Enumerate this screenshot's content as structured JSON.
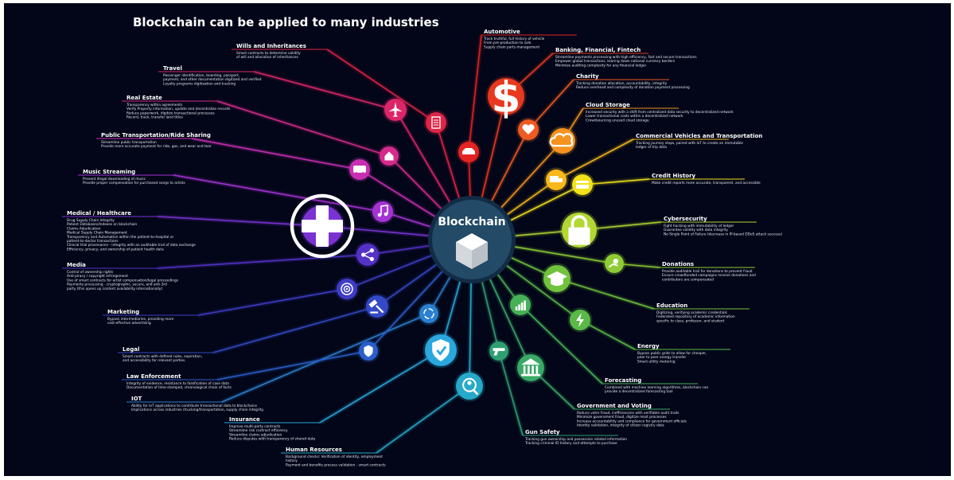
{
  "title": "Blockchain can be applied to many industries",
  "hub": {
    "label": "Blockchain",
    "icon": "cube-icon"
  },
  "colors": {
    "background": "#020618",
    "hub": "#234a66",
    "hub_ring": "#122c45",
    "title": "#ffffff"
  },
  "industries": [
    {
      "id": "automotive",
      "title": "Automotive",
      "icon": "car-icon",
      "color": "#e32423",
      "desc": [
        "Track truthful, full history of vehicle",
        "From pre-production to sale",
        "Supply chain parts management"
      ]
    },
    {
      "id": "banking",
      "title": "Banking, Financial, Fintech",
      "icon": "dollar-icon",
      "color": "#e8381f",
      "desc": [
        "Streamline payments processing with high efficiency, fast and secure transactions",
        "Empower global transactions, tearing down national currency borders",
        "Minimize auditing complexity for any financial ledger"
      ]
    },
    {
      "id": "charity",
      "title": "Charity",
      "icon": "heart-icon",
      "color": "#ef5a22",
      "desc": [
        "Tracking donation allocation, accountability, integrity",
        "Reduce overhead and complexity of donation payment processing"
      ]
    },
    {
      "id": "cloud-storage",
      "title": "Cloud Storage",
      "icon": "cloud-icon",
      "color": "#f6931f",
      "desc": [
        "Increased security with a shift from centralized data security to decentralized network",
        "Lower transactional costs within a decentralized network",
        "Crowdsourcing unused cloud storage"
      ]
    },
    {
      "id": "commercial-vehicles",
      "title": "Commercial Vehicles and Transportation",
      "icon": "truck-icon",
      "color": "#f7b81b",
      "desc": [
        "Tracking journey stops, paired with IoT to create an immutable",
        "ledger of trip data"
      ]
    },
    {
      "id": "credit-history",
      "title": "Credit History",
      "icon": "credit-card-icon",
      "color": "#f2e21a",
      "desc": [
        "Make credit reports more accurate, transparent, and accessible"
      ]
    },
    {
      "id": "cybersecurity",
      "title": "Cybersecurity",
      "icon": "lock-icon",
      "color": "#b2d733",
      "desc": [
        "Fight hacking with immutability of ledger",
        "Guarantee validity with data integrity",
        "No Single Point of Failure (decrease in IP-based DDoS attack success)"
      ]
    },
    {
      "id": "donations",
      "title": "Donations",
      "icon": "donation-icon",
      "color": "#8ecc35",
      "desc": [
        "Provide auditable trail for donations to prevent fraud",
        "Ensure crowdfunded campaigns receive donations and",
        "contributors are compensated"
      ]
    },
    {
      "id": "education",
      "title": "Education",
      "icon": "graduation-cap-icon",
      "color": "#71c23c",
      "desc": [
        "Digitizing, verifying academic credentials",
        "Federated repository of academic information",
        "specific to class, professor, and student"
      ]
    },
    {
      "id": "energy",
      "title": "Energy",
      "icon": "lightning-icon",
      "color": "#5ab947",
      "desc": [
        "Bypass public grids to allow for cheaper,",
        "peer to peer energy transfer",
        "Smart utility metering"
      ]
    },
    {
      "id": "forecasting",
      "title": "Forecasting",
      "icon": "bar-chart-icon",
      "color": "#46b056",
      "desc": [
        "Combined with machine learning algorithms, blockchain can",
        "provide a decentralized forecasting tool"
      ]
    },
    {
      "id": "government",
      "title": "Government and Voting",
      "icon": "capitol-icon",
      "color": "#3aa866",
      "desc": [
        "Reduce voter fraud, inefficiencies with verifiable audit trails",
        "Minimize government fraud, digitize most processes",
        "Increase accountability and compliance for government officials",
        "Identity validation, integrity of citizen registry data"
      ]
    },
    {
      "id": "gun-safety",
      "title": "Gun Safety",
      "icon": "gun-icon",
      "color": "#2f9f72",
      "desc": [
        "Tracking gun ownership and possession related information",
        "Tracking criminal ID history and attempts to purchase"
      ]
    },
    {
      "id": "human-resources",
      "title": "Human Resources",
      "icon": "person-search-icon",
      "color": "#27a9c9",
      "desc": [
        "Background checks: Verification of identity, employment",
        "history",
        "Payment and benefits process validation - smart contracts"
      ]
    },
    {
      "id": "insurance",
      "title": "Insurance",
      "icon": "shield-check-icon",
      "color": "#2aa7dd",
      "desc": [
        "Improve multi-party contracts",
        "Streamline risk contract efficiency",
        "Streamline claims adjudication",
        "Reduce disputes with transparency of shared data"
      ]
    },
    {
      "id": "iot",
      "title": "IOT",
      "icon": "iot-ring-icon",
      "color": "#2a80d0",
      "desc": [
        "Ability for IoT applications to contribute transactional data to blockchains",
        "Implications across industries (trucking/transportation, supply chain integrity,"
      ]
    },
    {
      "id": "law-enforcement",
      "title": "Law Enforcement",
      "icon": "police-badge-icon",
      "color": "#2a5fcb",
      "desc": [
        "Integrity of evidence, resistance to falsification of case data",
        "Documentation of time-stamped, chronological chain of facts"
      ]
    },
    {
      "id": "legal",
      "title": "Legal",
      "icon": "gavel-icon",
      "color": "#3349c6",
      "desc": [
        "Smart contracts with defined rules, expiration,",
        "and accessibility for relevant parties."
      ]
    },
    {
      "id": "marketing",
      "title": "Marketing",
      "icon": "target-icon",
      "color": "#3e3cc6",
      "desc": [
        "Bypass intermediaries, providing more",
        "cost-effective advertising"
      ]
    },
    {
      "id": "media",
      "title": "Media",
      "icon": "share-icon",
      "color": "#5432c8",
      "desc": [
        "Control of ownership rights",
        "Anti-piracy / copyright infringement",
        "Use of smart contracts for artist compensation/legal proceedings",
        "Payments processing - cryptographic, secure, and anti-3rd",
        "party (this opens up content availability internationally)"
      ]
    },
    {
      "id": "medical",
      "title": "Medical / Healthcare",
      "icon": "medical-cross-icon",
      "color": "#7a33d2",
      "desc": [
        "Drug Supply Chain Integrity",
        "Patient Databases/Indexes on blockchain",
        "Claims Adjudication",
        "Medical Supply Chain Management",
        "Transparency and Automation within the patient-to-hospital or",
        "patient-to-doctor transactions",
        "Clinical trial provenance - integrity with an auditable trail of data exchange",
        "Efficiency, privacy, and ownership of patient health data"
      ]
    },
    {
      "id": "music",
      "title": "Music Streaming",
      "icon": "music-note-icon",
      "color": "#a632d4",
      "desc": [
        "Prevent illegal downloading of music",
        "Provide proper compensation for purchased songs to artists"
      ]
    },
    {
      "id": "public-transportation",
      "title": "Public Transportation/Ride Sharing",
      "icon": "bus-icon",
      "color": "#c92fb3",
      "desc": [
        "Streamline public transportation",
        "Provide more accurate payment for ride, gas, and wear and tear"
      ]
    },
    {
      "id": "real-estate",
      "title": "Real Estate",
      "icon": "house-icon",
      "color": "#d62a8c",
      "desc": [
        "Transparency within agreements",
        "Verify Property information, update and decentralize records",
        "Reduce paperwork, digitize transactional processes",
        "Record, track, transfer land titles"
      ]
    },
    {
      "id": "travel",
      "title": "Travel",
      "icon": "airplane-icon",
      "color": "#dc2668",
      "desc": [
        "Passenger identification, boarding, passport,",
        "payment, and other documentation digitized and verified",
        "Loyalty programs digitization and tracking"
      ]
    },
    {
      "id": "wills",
      "title": "Wills and Inheritances",
      "icon": "document-icon",
      "color": "#e02446",
      "desc": [
        "Smart contracts to determine validity",
        "of will and allocation of inheritances"
      ]
    }
  ]
}
